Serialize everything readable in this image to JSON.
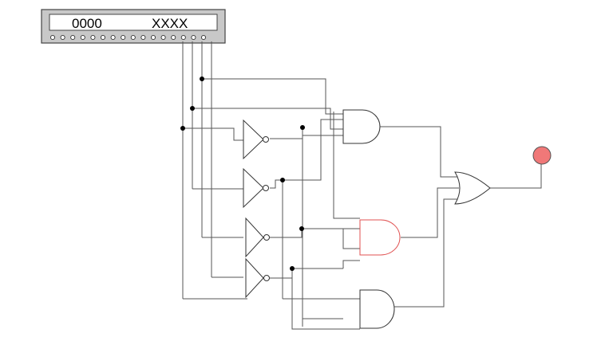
{
  "display": {
    "left_value": "0000",
    "right_value": "XXXX"
  },
  "colors": {
    "wire": "#555555",
    "gate": "#333333",
    "highlight_gate": "#e05050",
    "output_led": "#f07878",
    "panel": "#c8c8c8"
  },
  "components": {
    "input_panel": "hex-display-input-strip",
    "not_gates": 4,
    "and_gates": 3,
    "or_gates": 1,
    "output": "led-indicator"
  }
}
